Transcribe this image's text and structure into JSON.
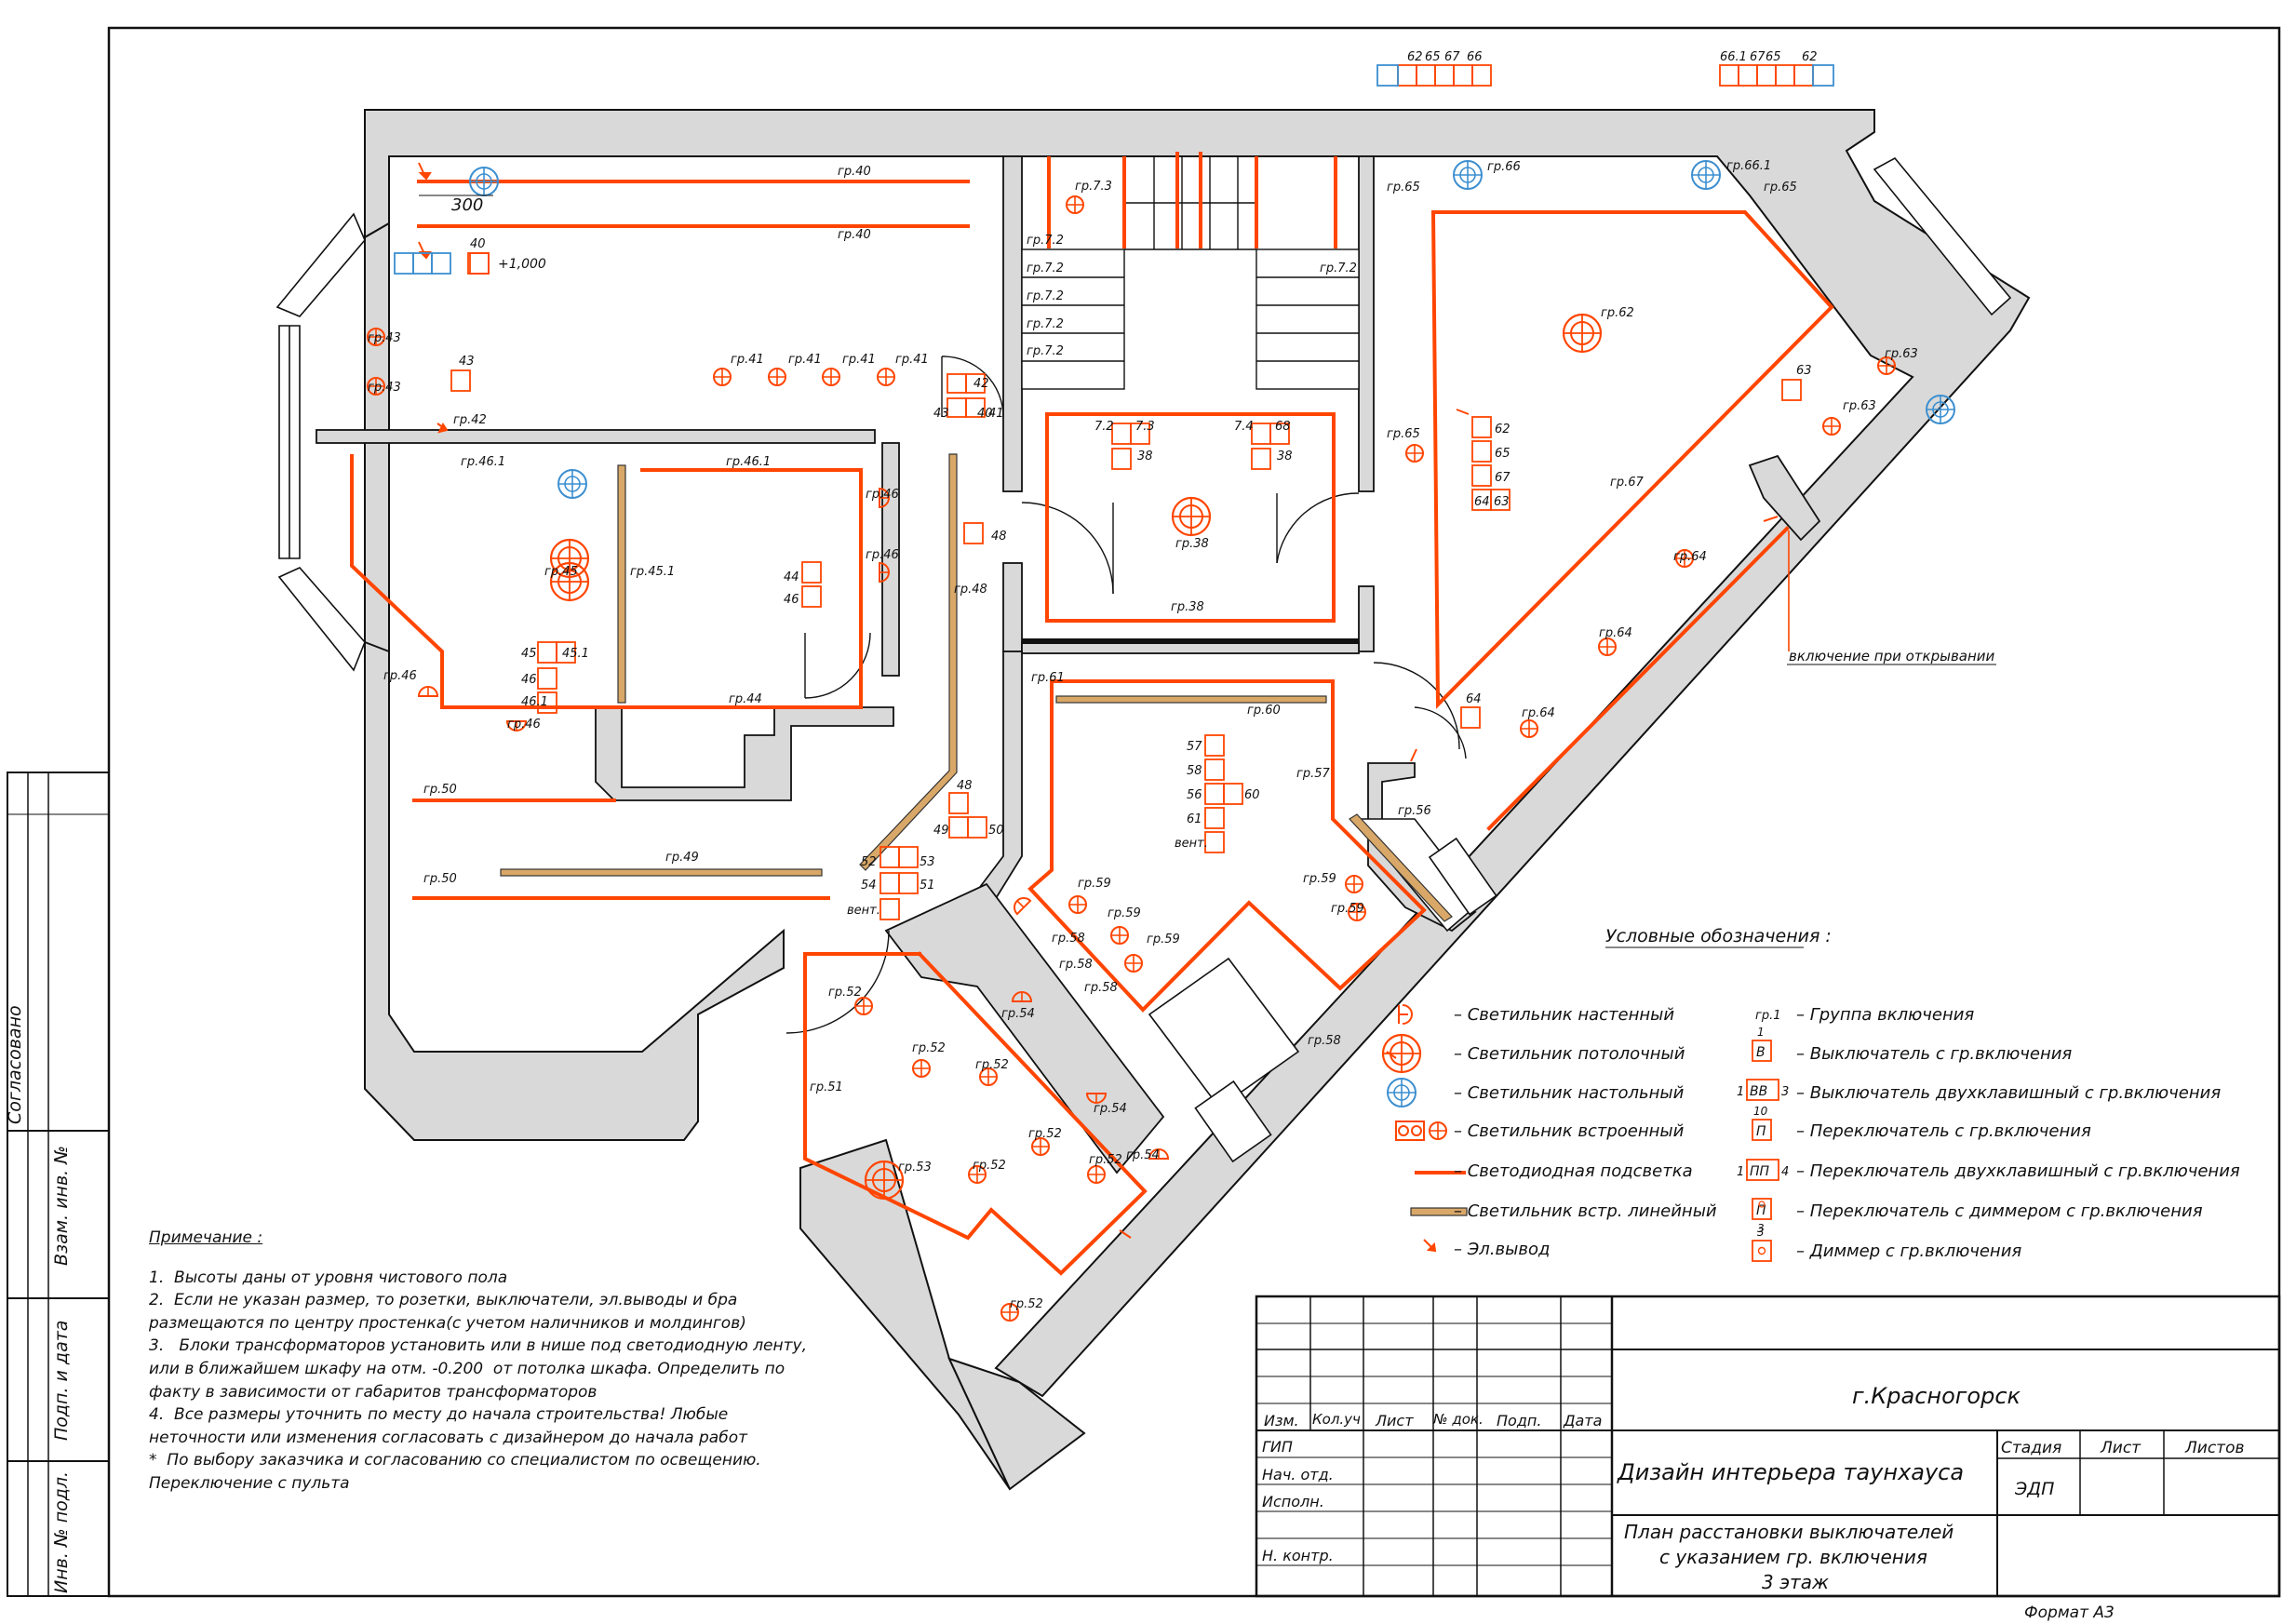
{
  "side_stamp": {
    "agreed": "Согласовано",
    "rows": [
      "Взам. инв. №",
      "Подп. и дата",
      "Инв. № подл."
    ]
  },
  "plan": {
    "dimension": "300",
    "height_mark": "+1,000",
    "enable_on_open": "включение при открывании",
    "wall_group_labels": [
      "гр.40",
      "гр.40",
      "гр.42",
      "гр.43",
      "гр.43",
      "гр.41",
      "гр.41",
      "гр.41",
      "гр.41",
      "гр.46.1",
      "гр.46.1",
      "гр.45",
      "гр.45.1",
      "гр.46",
      "гр.46",
      "гр.44",
      "гр.46",
      "гр.46",
      "гр.48",
      "гр.49",
      "гр.50",
      "гр.50",
      "гр.51",
      "гр.52",
      "гр.52",
      "гр.52",
      "гр.52",
      "гр.52",
      "гр.52",
      "гр.52",
      "гр.53",
      "гр.54",
      "гр.54",
      "гр.54",
      "гр.58",
      "гр.58",
      "гр.58",
      "гр.58",
      "гр.59",
      "гр.59",
      "гр.59",
      "гр.59",
      "гр.59",
      "гр.57",
      "гр.60",
      "гр.61",
      "гр.56",
      "гр.38",
      "гр.38",
      "гр.7.3",
      "гр.7.2",
      "гр.62",
      "гр.63",
      "гр.63",
      "гр.64",
      "гр.64",
      "гр.64",
      "гр.65",
      "гр.65",
      "гр.65",
      "гр.66",
      "гр.66.1",
      "гр.67"
    ],
    "stair_labels": [
      "гр.7.2",
      "гр.7.2",
      "гр.7.2",
      "гр.7.2",
      "гр.7.2"
    ],
    "switch_numbers": [
      "40",
      "43",
      "42",
      "43",
      "40",
      "41",
      "44",
      "46",
      "45",
      "45.1",
      "46",
      "46.1",
      "48",
      "48",
      "49",
      "50",
      "52",
      "53",
      "54",
      "51",
      "вент.",
      "57",
      "58",
      "56",
      "60",
      "61",
      "вент.",
      "7.2",
      "7.3",
      "38",
      "7.4",
      "68",
      "38",
      "62",
      "65",
      "67",
      "66",
      "66.1",
      "67",
      "65",
      "62",
      "62",
      "65",
      "67",
      "64",
      "63",
      "63",
      "64"
    ]
  },
  "legend": {
    "title": "Условные обозначения :",
    "left": [
      {
        "icon": "wall-lamp-icon",
        "label": "– Светильник настенный"
      },
      {
        "icon": "ceiling-lamp-icon",
        "label": "– Светильник потолочный"
      },
      {
        "icon": "table-lamp-icon",
        "label": "– Светильник настольный"
      },
      {
        "icon": "recessed-lamp-icon",
        "label": "– Светильник встроенный"
      },
      {
        "icon": "led-strip-icon",
        "label": "– Светодиодная подсветка"
      },
      {
        "icon": "linear-lamp-icon",
        "label": "– Светильник встр. линейный"
      },
      {
        "icon": "outlet-arrow-icon",
        "label": "– Эл.вывод"
      }
    ],
    "right": [
      {
        "icon": "group-label",
        "code": "гр.1",
        "label": "– Группа включения"
      },
      {
        "icon": "switch-icon",
        "code": "1",
        "sym": "В",
        "label": "– Выключатель с гр.включения"
      },
      {
        "icon": "double-switch-icon",
        "code": "1",
        "code2": "3",
        "sym": "ВВ",
        "label": "– Выключатель двухклавишный с гр.включения"
      },
      {
        "icon": "changeover-icon",
        "code": "10",
        "sym": "П",
        "label": "– Переключатель с гр.включения"
      },
      {
        "icon": "double-changeover-icon",
        "code": "1",
        "code2": "4",
        "sym": "ПП",
        "label": "– Переключатель двухклавишный с гр.включения"
      },
      {
        "icon": "dimmer-changeover-icon",
        "code": "3",
        "sym": "П",
        "label": "– Переключатель с диммером с гр.включения"
      },
      {
        "icon": "dimmer-icon",
        "code": "3",
        "label": "– Диммер с гр.включения"
      }
    ]
  },
  "notes": {
    "heading": "Примечание :",
    "items": [
      "1.  Высоты даны от уровня чистового пола",
      "2.  Если не указан размер, то розетки, выключатели, эл.выводы и бра размещаются по центру простенка(с учетом наличников и молдингов)",
      "3.   Блоки трансформаторов установить или в нише под светодиодную ленту, или в ближайшем шкафу на отм. -0.200  от потолка шкафа. Определить по факту в зависимости от габаритов трансформаторов",
      "4.  Все размеры уточнить по месту до начала строительства! Любые неточности или изменения согласовать с дизайнером до начала работ",
      "*  По выбору заказчика и согласованию со специалистом по освещению. Переключение с пульта"
    ]
  },
  "title_block": {
    "city": "г.Красногорск",
    "project": "Дизайн интерьера таунхауса",
    "sheet_title": [
      "План расстановки выключателей",
      "с указанием гр. включения",
      "3 этаж"
    ],
    "headers": [
      "Изм.",
      "Кол.уч",
      "Лист",
      "№ док.",
      "Подп.",
      "Дата"
    ],
    "roles": [
      "ГИП",
      "Нач. отд.",
      "Исполн.",
      "",
      "Н. контр."
    ],
    "stage_headers": [
      "Стадия",
      "Лист",
      "Листов"
    ],
    "stage": "ЭДП",
    "format": "Формат   А3"
  },
  "colors": {
    "accent": "#ff4500",
    "wall": "#d9d9d9",
    "linear": "#c8a060",
    "table_lamp": "#3c8fd0"
  }
}
